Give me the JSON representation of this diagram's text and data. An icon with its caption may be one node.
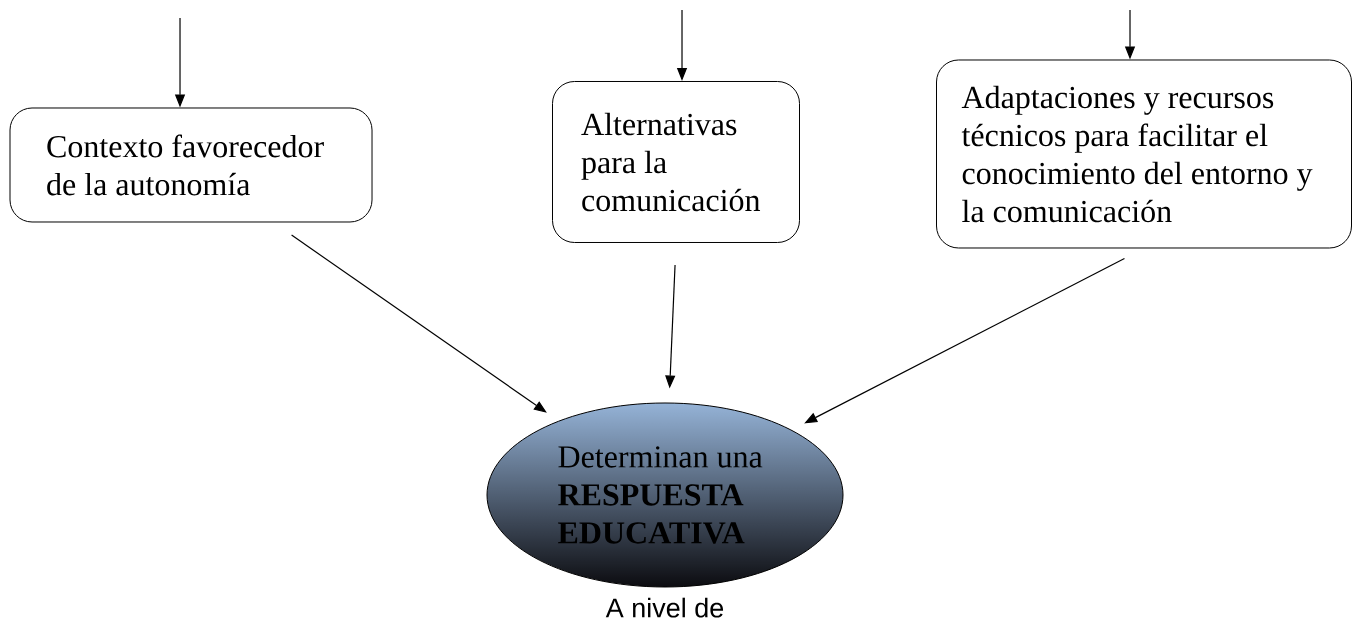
{
  "diagram": {
    "nodes": [
      {
        "text": [
          "Contexto favorecedor de la autonomía"
        ]
      },
      {
        "text": [
          "Alternativas para la comunicación"
        ]
      },
      {
        "text": [
          "Adaptaciones y recursos técnicos para facilitar el conocimiento del entorno y la comunicación"
        ]
      },
      {
        "text": [
          "Determinan una **RESPUESTA EDUCATIVA**"
        ],
        "beside": [
          "A nivel de"
        ]
      }
    ],
    "edges": [
      {
        "from": null,
        "to": 0,
        "arrow": "to"
      },
      {
        "from": null,
        "to": 1,
        "arrow": "to"
      },
      {
        "from": null,
        "to": 2,
        "arrow": "to"
      },
      {
        "from": 0,
        "to": 3,
        "arrow": "to"
      },
      {
        "from": 1,
        "to": 3,
        "arrow": "to"
      },
      {
        "from": 2,
        "to": 3,
        "arrow": "to"
      }
    ]
  }
}
